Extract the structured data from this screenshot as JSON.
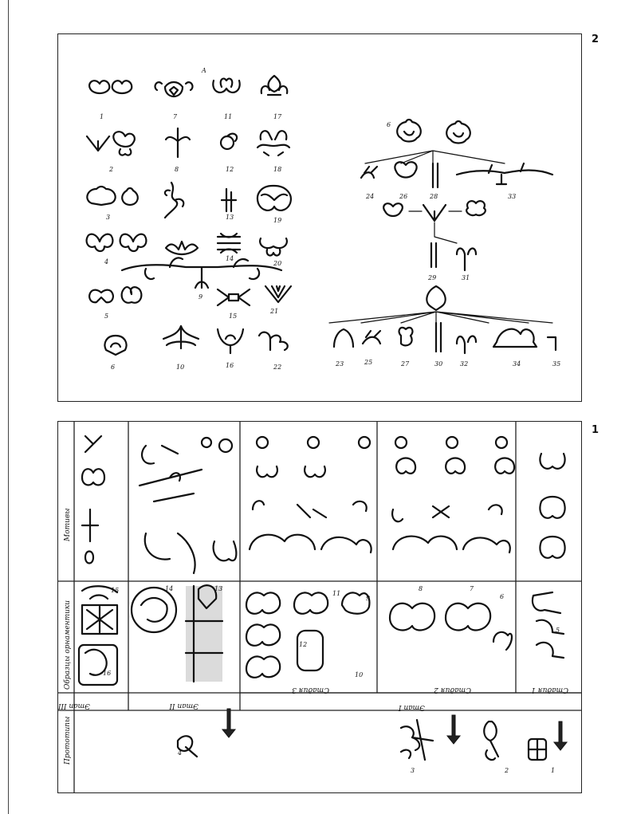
{
  "figure_numbers": {
    "top": "2",
    "bottom": "1"
  },
  "top_panel": {
    "left_labels": [
      "1",
      "7",
      "11",
      "17",
      "2",
      "8",
      "12",
      "18",
      "3",
      "13",
      "19",
      "4",
      "14",
      "20",
      "9",
      "5",
      "15",
      "21",
      "6",
      "10",
      "16",
      "22"
    ],
    "letter_label": "A",
    "tree_labels": {
      "root": "6",
      "row1": [
        "24",
        "26",
        "28",
        "33"
      ],
      "row2": [
        "29",
        "31"
      ],
      "row3": [
        "23",
        "25",
        "27",
        "30",
        "32",
        "34",
        "35"
      ]
    }
  },
  "bottom_panel": {
    "col_headers": {
      "prototypes": "Прототипы",
      "images": "Образцы орнаментики",
      "motifs": "Мотивы"
    },
    "etaps": [
      "Этап III",
      "Этап II",
      "Этап I"
    ],
    "stadies": [
      "Стадия 3",
      "Стадия 2",
      "Стадия 1"
    ],
    "numbers": {
      "prototypes": [
        "4",
        "3",
        "2",
        "1"
      ],
      "images": [
        "16",
        "15",
        "14",
        "13",
        "12",
        "11",
        "10",
        "9",
        "8",
        "7",
        "6",
        "5"
      ]
    }
  }
}
